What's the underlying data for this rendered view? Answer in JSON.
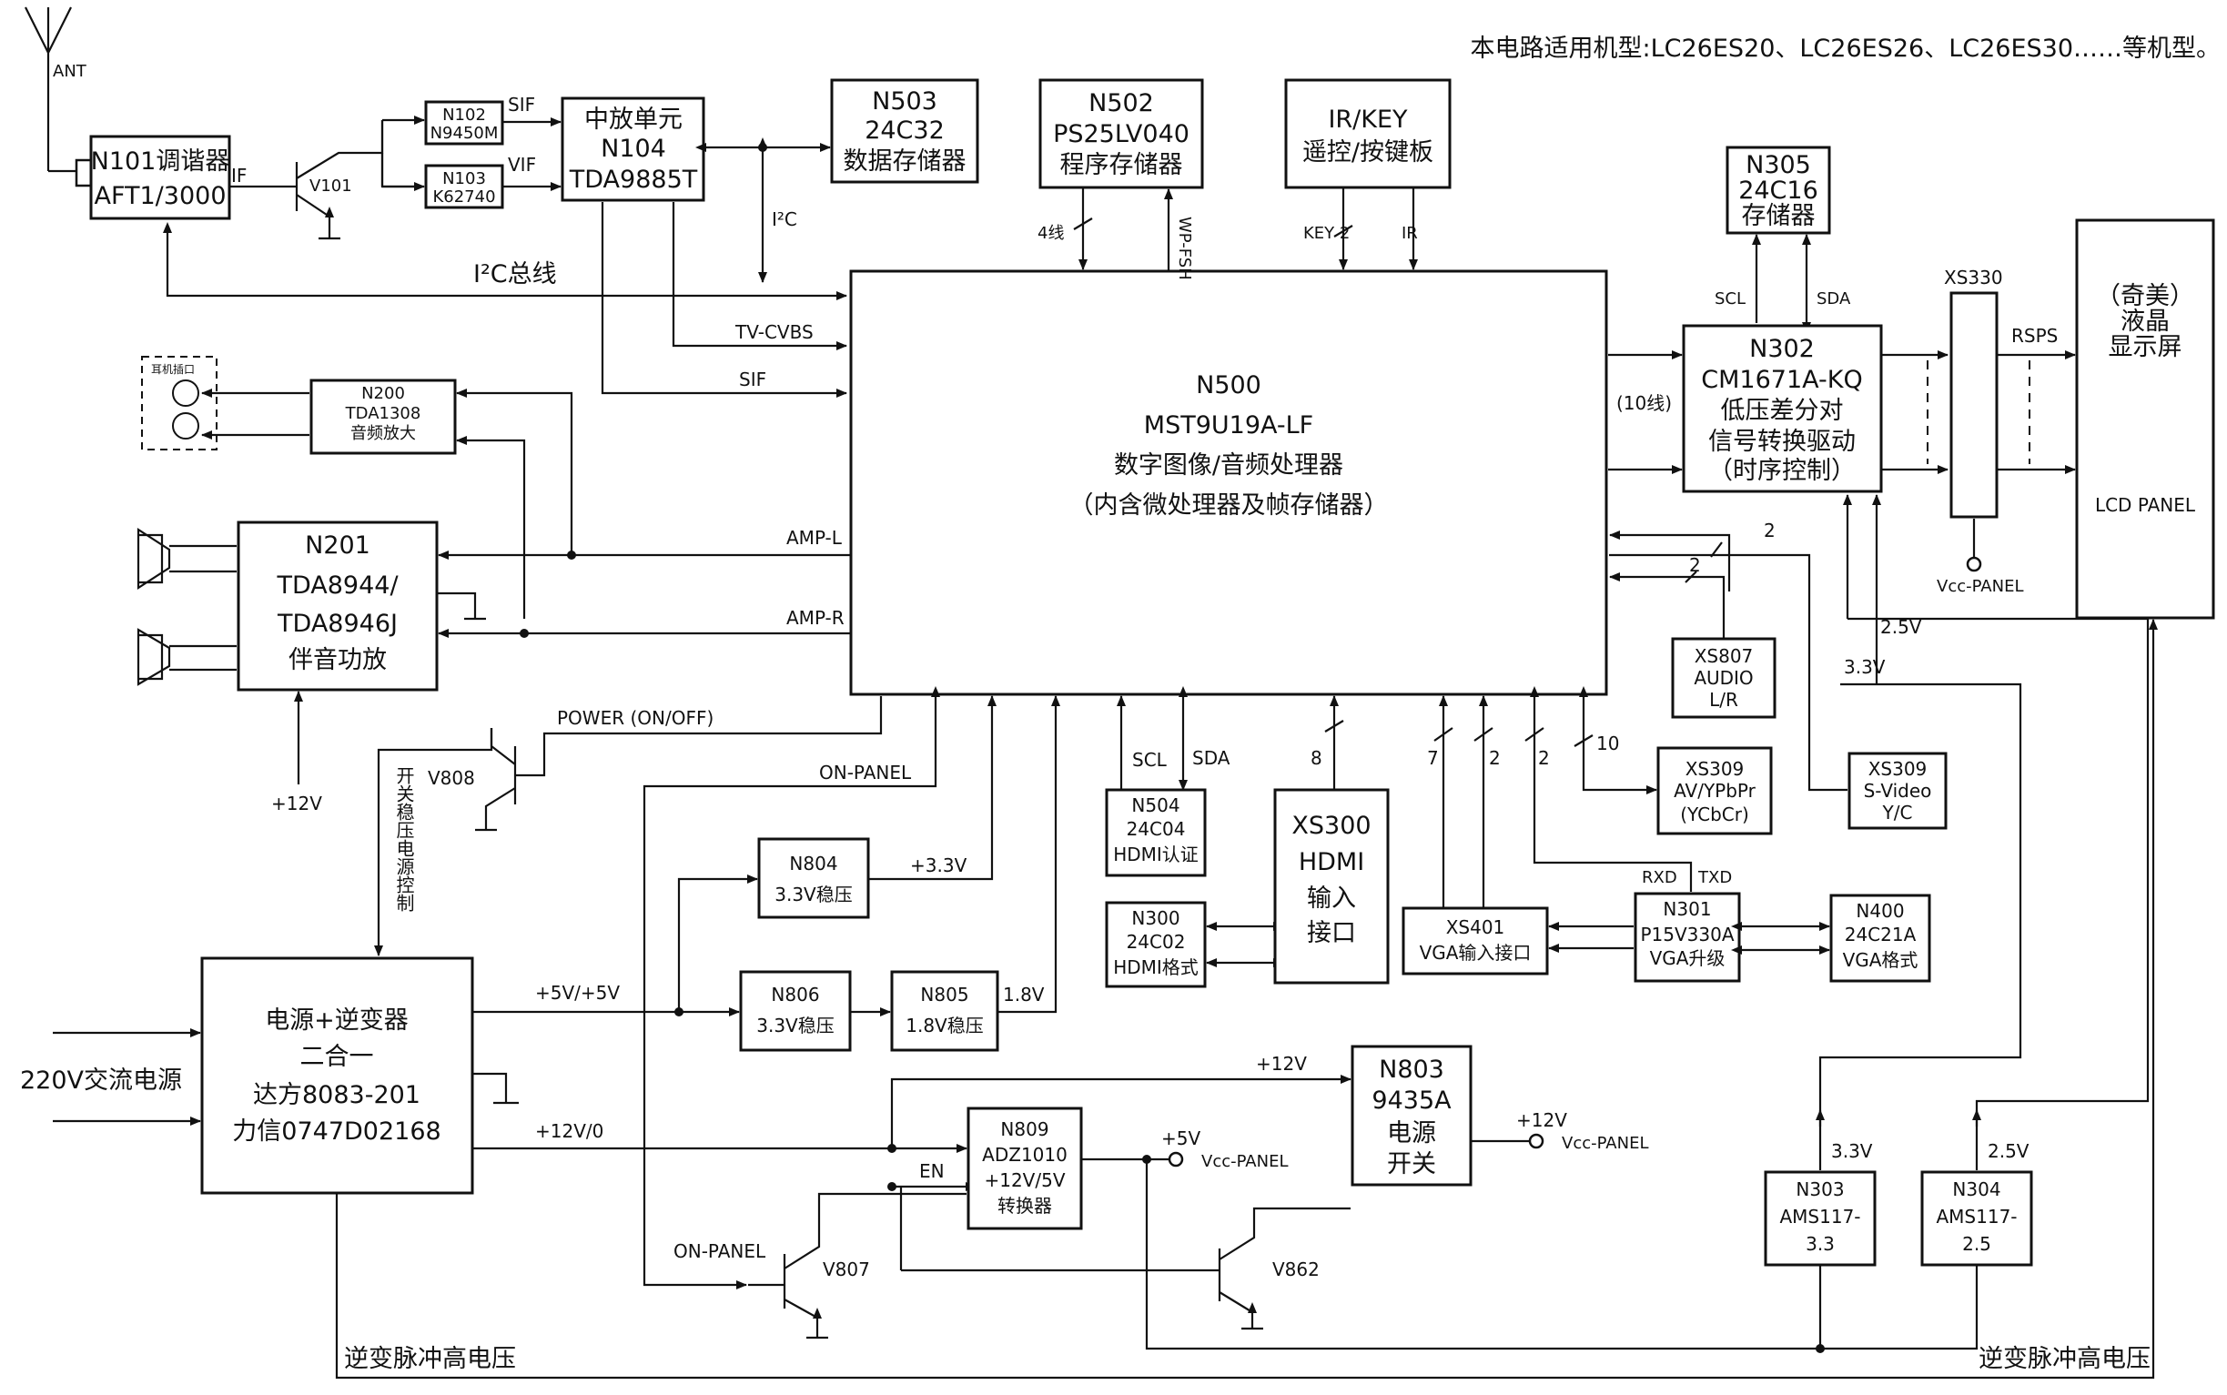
{
  "note": "本电路适用机型:LC26ES20、LC26ES26、LC26ES30……等机型。",
  "blocks": {
    "ant": "ANT",
    "tuner": [
      "N101调谐器",
      "AFT1/3000"
    ],
    "n102": [
      "N102",
      "N9450M"
    ],
    "n103": [
      "N103",
      "K62740"
    ],
    "n104": [
      "中放单元",
      "N104",
      "TDA9885T"
    ],
    "n503": [
      "N503",
      "24C32",
      "数据存储器"
    ],
    "n502": [
      "N502",
      "PS25LV040",
      "程序存储器"
    ],
    "irkey": [
      "IR/KEY",
      "遥控/按键板"
    ],
    "n305": [
      "N305",
      "24C16",
      "存储器"
    ],
    "panel": [
      "（奇美）",
      "液晶",
      "显示屏",
      "LCD PANEL"
    ],
    "xs330": "XS330",
    "n302": [
      "N302",
      "CM1671A-KQ",
      "低压差分对",
      "信号转换驱动",
      "（时序控制）"
    ],
    "n500": [
      "N500",
      "MST9U19A-LF",
      "数字图像/音频处理器",
      "（内含微处理器及帧存储器）"
    ],
    "earphone": "耳机插口",
    "n200": [
      "N200",
      "TDA1308",
      "音频放大"
    ],
    "n201": [
      "N201",
      "TDA8944/",
      "TDA8946J",
      "伴音功放"
    ],
    "xs807": [
      "XS807",
      "AUDIO",
      "L/R"
    ],
    "xs309a": [
      "XS309",
      "AV/YPbPr",
      "(YCbCr)"
    ],
    "xs309b": [
      "XS309",
      "S-Video",
      "Y/C"
    ],
    "n504": [
      "N504",
      "24C04",
      "HDMI认证"
    ],
    "n300": [
      "N300",
      "24C02",
      "HDMI格式"
    ],
    "xs300": [
      "XS300",
      "HDMI",
      "输入",
      "接口"
    ],
    "xs401": [
      "XS401",
      "VGA输入接口"
    ],
    "n301": [
      "N301",
      "P15V330A",
      "VGA升级"
    ],
    "n400": [
      "N400",
      "24C21A",
      "VGA格式"
    ],
    "n804": [
      "N804",
      "3.3V稳压"
    ],
    "n806": [
      "N806",
      "3.3V稳压"
    ],
    "n805": [
      "N805",
      "1.8V稳压"
    ],
    "psu": [
      "电源+逆变器",
      "二合一",
      "达方8083-201",
      "力信0747D02168"
    ],
    "n809": [
      "N809",
      "ADZ1010",
      "+12V/5V",
      "转换器"
    ],
    "n803": [
      "N803",
      "9435A",
      "电源",
      "开关"
    ],
    "n303": [
      "N303",
      "AMS117-",
      "3.3"
    ],
    "n304": [
      "N304",
      "AMS117-",
      "2.5"
    ]
  },
  "labels": {
    "if": "IF",
    "v101": "V101",
    "sif": "SIF",
    "vif": "VIF",
    "i2c": "I²C",
    "i2c_bus": "I²C总线",
    "tv_cvbs": "TV-CVBS",
    "sif2": "SIF",
    "four_wire": "4线",
    "wp_fsh": "WP-FSH",
    "key2": "KEY 2",
    "ir": "IR",
    "scl": "SCL",
    "sda": "SDA",
    "ten_wire": "(10线)",
    "rsps": "RSPS",
    "vcc_panel": "Vcc-PANEL",
    "amp_l": "AMP-L",
    "amp_r": "AMP-R",
    "two": "2",
    "v25": "2.5V",
    "v33": "3.3V",
    "power_onoff": "POWER (ON/OFF)",
    "v808": "V808",
    "p12v": "+12V",
    "on_panel": "ON-PANEL",
    "switch_ctrl": "开关稳压电源控制",
    "scl2": "SCL",
    "sda2": "SDA",
    "eight": "8",
    "seven": "7",
    "ten": "10",
    "rxd": "RXD",
    "txd": "TXD",
    "p33v": "+3.3V",
    "v18": "1.8V",
    "p5v": "+5V/+5V",
    "ac220": "220V交流电源",
    "p12v0": "+12V/0",
    "p12v_b": "+12V",
    "p5v_b": "+5V",
    "vcc_panel_b": "Vcc-PANEL",
    "en": "EN",
    "p12v_c": "+12V",
    "vcc_panel_c": "Vcc-PANEL",
    "on_panel_b": "ON-PANEL",
    "v807": "V807",
    "v862": "V862",
    "v33b": "3.3V",
    "v25b": "2.5V",
    "hv_left": "逆变脉冲高电压",
    "hv_right": "逆变脉冲高电压"
  }
}
